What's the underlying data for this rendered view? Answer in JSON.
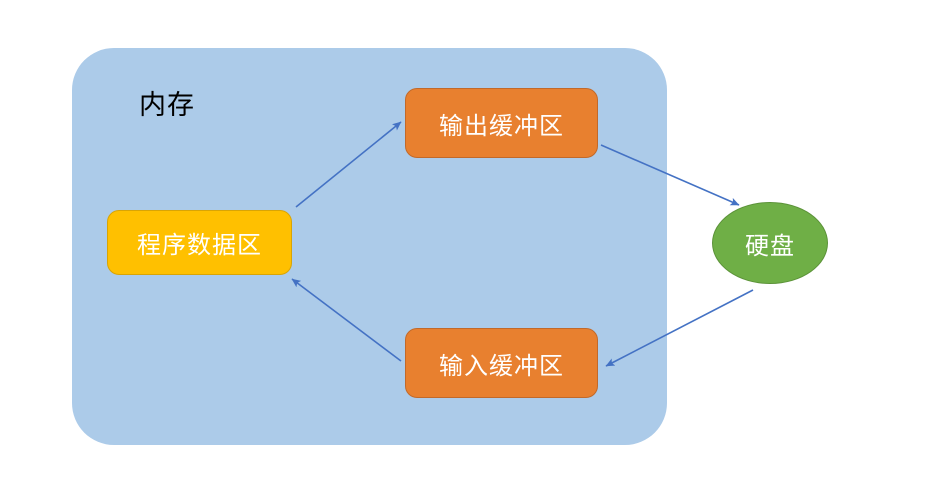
{
  "diagram": {
    "title_region": {
      "label": "内存",
      "name": "memory-region-label"
    },
    "nodes": [
      {
        "id": "program-data-area",
        "label": "程序数据区",
        "shape": "rounded-rect",
        "color": "#FFC000"
      },
      {
        "id": "output-buffer",
        "label": "输出缓冲区",
        "shape": "rounded-rect",
        "color": "#E8802F"
      },
      {
        "id": "input-buffer",
        "label": "输入缓冲区",
        "shape": "rounded-rect",
        "color": "#E8802F"
      },
      {
        "id": "hard-disk",
        "label": "硬盘",
        "shape": "ellipse",
        "color": "#6FAF46"
      }
    ],
    "edges": [
      {
        "from": "program-data-area",
        "to": "output-buffer"
      },
      {
        "from": "output-buffer",
        "to": "hard-disk"
      },
      {
        "from": "hard-disk",
        "to": "input-buffer"
      },
      {
        "from": "input-buffer",
        "to": "program-data-area"
      }
    ],
    "colors": {
      "memory_panel": "#ACCBE9",
      "data_area": "#FFC000",
      "buffer": "#E8802F",
      "disk": "#6FAF46",
      "arrow": "#4472C4",
      "node_text": "#FFFFFF",
      "label_text": "#000000",
      "background": "#FFFFFF"
    }
  }
}
